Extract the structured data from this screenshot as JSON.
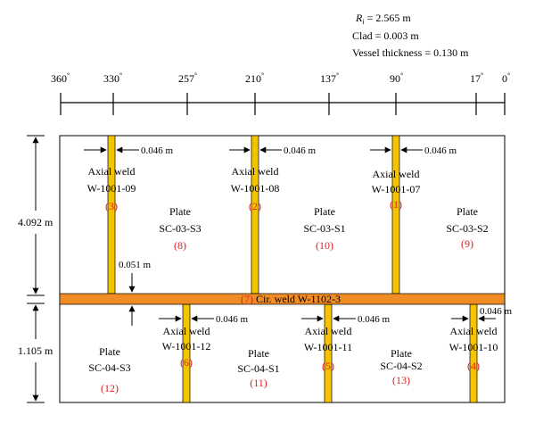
{
  "info": {
    "ri_label": "R",
    "ri_sub": "i",
    "ri_value": " = 2.565 m",
    "clad": "Clad = 0.003 m",
    "thickness": "Vessel thickness = 0.130 m"
  },
  "angles": [
    {
      "value": "360",
      "deg": "°"
    },
    {
      "value": "330",
      "deg": "°"
    },
    {
      "value": "257",
      "deg": "°"
    },
    {
      "value": "210",
      "deg": "°"
    },
    {
      "value": "137",
      "deg": "°"
    },
    {
      "value": "90",
      "deg": "°"
    },
    {
      "value": "17",
      "deg": "°"
    },
    {
      "value": "0",
      "deg": "°"
    }
  ],
  "dims": {
    "upper_height": "4.092 m",
    "lower_height": "1.105 m",
    "circ_gap": "0.051 m"
  },
  "colors": {
    "axial_weld": "#f5c400",
    "circ_weld": "#f08c26",
    "label_number": "#e02020"
  },
  "circ_weld": {
    "number": "(7)",
    "label": "Cir. weld W-1102-3"
  },
  "welds": [
    {
      "width": "0.046 m",
      "title": "Axial weld",
      "id": "W-1001-09",
      "number": "(3)"
    },
    {
      "width": "0.046 m",
      "title": "Axial weld",
      "id": "W-1001-08",
      "number": "(2)"
    },
    {
      "width": "0.046 m",
      "title": "Axial weld",
      "id": "W-1001-07",
      "number": "(1)"
    },
    {
      "width": "0.046 m",
      "title": "Axial weld",
      "id": "W-1001-12",
      "number": "(6)"
    },
    {
      "width": "0.046 m",
      "title": "Axial weld",
      "id": "W-1001-11",
      "number": "(5)"
    },
    {
      "width": "0.046 m",
      "title": "Axial weld",
      "id": "W-1001-10",
      "number": "(4)"
    }
  ],
  "plates": [
    {
      "title": "Plate",
      "id": "SC-03-S3",
      "number": "(8)"
    },
    {
      "title": "Plate",
      "id": "SC-03-S1",
      "number": "(10)"
    },
    {
      "title": "Plate",
      "id": "SC-03-S2",
      "number": "(9)"
    },
    {
      "title": "Plate",
      "id": "SC-04-S3",
      "number": "(12)"
    },
    {
      "title": "Plate",
      "id": "SC-04-S1",
      "number": "(11)"
    },
    {
      "title": "Plate",
      "id": "SC-04-S2",
      "number": "(13)"
    }
  ]
}
